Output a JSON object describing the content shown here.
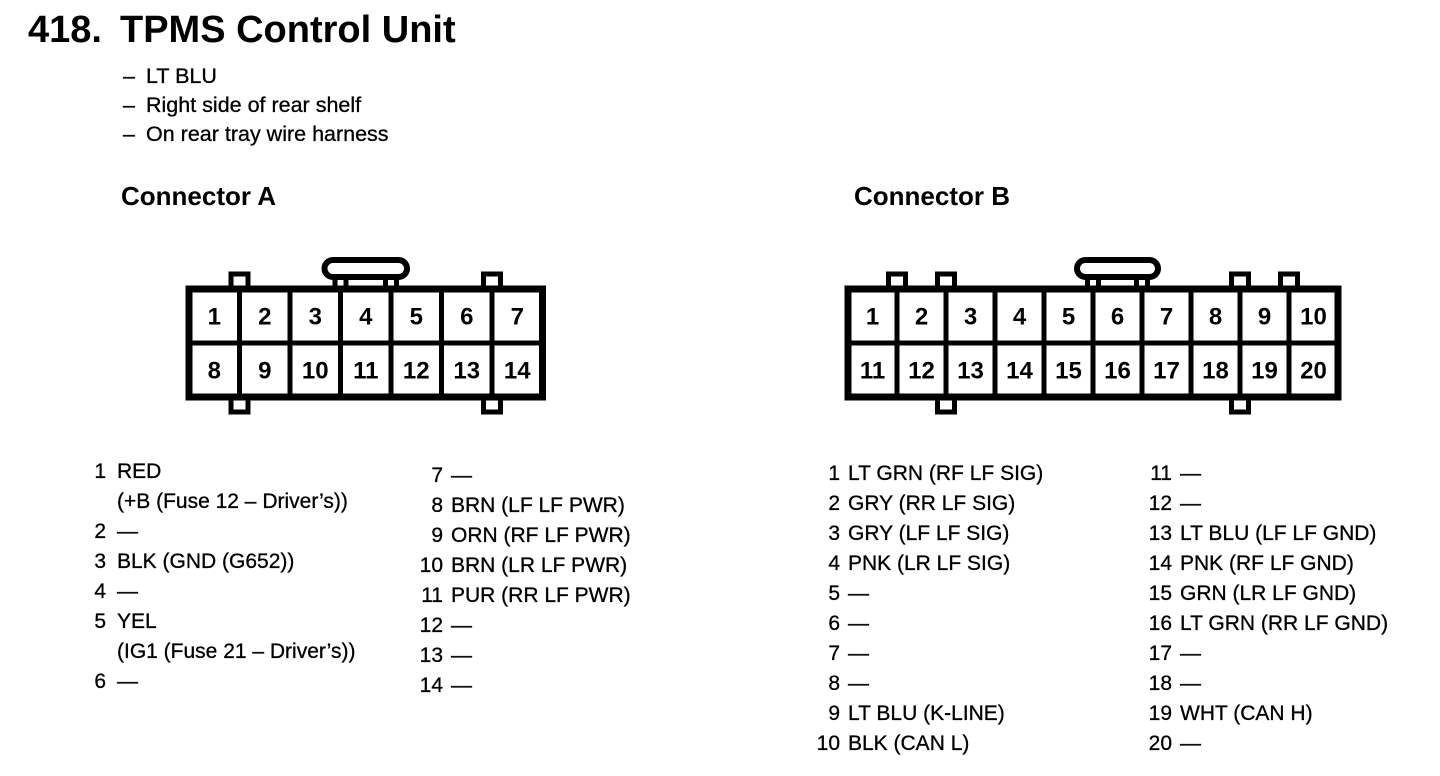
{
  "header": {
    "section_number": "418.",
    "title": "TPMS Control Unit"
  },
  "bullet_char": "–",
  "notes": [
    "LT BLU",
    "Right side of rear shelf",
    "On rear tray wire harness"
  ],
  "connectors": [
    {
      "heading": "Connector A",
      "diagram": {
        "cols": 7,
        "rows": 2,
        "pin_numbers": [
          "1",
          "2",
          "3",
          "4",
          "5",
          "6",
          "7",
          "8",
          "9",
          "10",
          "11",
          "12",
          "13",
          "14"
        ],
        "top_tabs": [
          1,
          6
        ],
        "bottom_tabs": [
          1,
          6
        ],
        "latch_between": [
          3,
          4
        ]
      },
      "pins_left": [
        {
          "num": "1",
          "text": "RED",
          "wrap": "(+B (Fuse 12 – Driver’s))"
        },
        {
          "num": "2",
          "text": "—"
        },
        {
          "num": "3",
          "text": "BLK (GND (G652))"
        },
        {
          "num": "4",
          "text": "—"
        },
        {
          "num": "5",
          "text": "YEL",
          "wrap": "(IG1 (Fuse 21 – Driver’s))"
        },
        {
          "num": "6",
          "text": "—"
        }
      ],
      "pins_right": [
        {
          "num": "7",
          "text": "—"
        },
        {
          "num": "8",
          "text": "BRN (LF LF PWR)"
        },
        {
          "num": "9",
          "text": "ORN (RF LF PWR)"
        },
        {
          "num": "10",
          "text": "BRN (LR LF PWR)"
        },
        {
          "num": "11",
          "text": "PUR (RR LF PWR)"
        },
        {
          "num": "12",
          "text": "—"
        },
        {
          "num": "13",
          "text": "—"
        },
        {
          "num": "14",
          "text": "—"
        }
      ]
    },
    {
      "heading": "Connector B",
      "diagram": {
        "cols": 10,
        "rows": 2,
        "pin_numbers": [
          "1",
          "2",
          "3",
          "4",
          "5",
          "6",
          "7",
          "8",
          "9",
          "10",
          "11",
          "12",
          "13",
          "14",
          "15",
          "16",
          "17",
          "18",
          "19",
          "20"
        ],
        "top_tabs": [
          1,
          2,
          8,
          9
        ],
        "bottom_tabs": [
          2,
          8
        ],
        "latch_between": [
          5,
          6
        ]
      },
      "pins_left": [
        {
          "num": "1",
          "text": "LT GRN (RF LF SIG)"
        },
        {
          "num": "2",
          "text": "GRY (RR LF SIG)"
        },
        {
          "num": "3",
          "text": "GRY (LF LF SIG)"
        },
        {
          "num": "4",
          "text": "PNK (LR LF SIG)"
        },
        {
          "num": "5",
          "text": "—"
        },
        {
          "num": "6",
          "text": "—"
        },
        {
          "num": "7",
          "text": "—"
        },
        {
          "num": "8",
          "text": "—"
        },
        {
          "num": "9",
          "text": "LT BLU (K-LINE)"
        },
        {
          "num": "10",
          "text": "BLK (CAN L)"
        }
      ],
      "pins_right": [
        {
          "num": "11",
          "text": "—"
        },
        {
          "num": "12",
          "text": "—"
        },
        {
          "num": "13",
          "text": "LT BLU (LF LF GND)"
        },
        {
          "num": "14",
          "text": "PNK (RF LF GND)"
        },
        {
          "num": "15",
          "text": "GRN (LR LF GND)"
        },
        {
          "num": "16",
          "text": "LT GRN (RR LF GND)"
        },
        {
          "num": "17",
          "text": "—"
        },
        {
          "num": "18",
          "text": "—"
        },
        {
          "num": "19",
          "text": "WHT (CAN H)"
        },
        {
          "num": "20",
          "text": "—"
        }
      ]
    }
  ]
}
